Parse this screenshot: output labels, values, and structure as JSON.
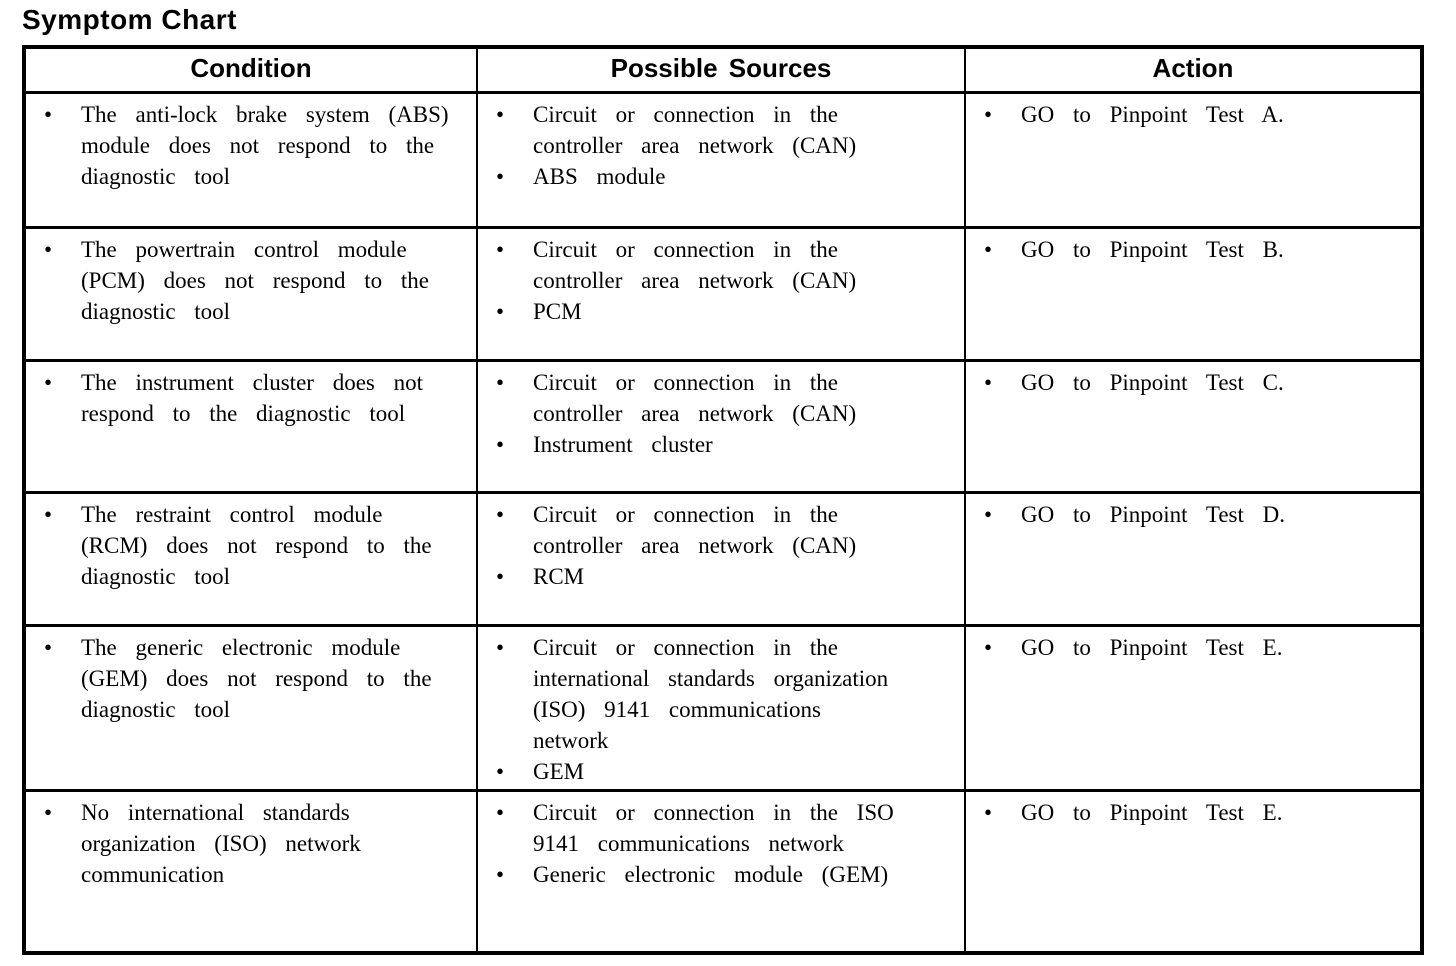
{
  "title": "Symptom Chart",
  "glyphs": {
    "bullet": "•"
  },
  "table": {
    "headers": [
      "Condition",
      "Possible Sources",
      "Action"
    ],
    "rows": [
      {
        "condition": [
          "The anti-lock brake system (ABS) module does not respond to the diagnostic tool"
        ],
        "sources": [
          "Circuit or connection in the controller area network (CAN)",
          "ABS module"
        ],
        "action": [
          "GO to Pinpoint Test A."
        ]
      },
      {
        "condition": [
          "The powertrain control module (PCM) does not respond to the diagnostic tool"
        ],
        "sources": [
          "Circuit or connection in the controller area network (CAN)",
          "PCM"
        ],
        "action": [
          "GO to Pinpoint Test B."
        ]
      },
      {
        "condition": [
          "The instrument cluster does not respond to the diagnostic tool"
        ],
        "sources": [
          "Circuit or connection in the controller area network (CAN)",
          "Instrument cluster"
        ],
        "action": [
          "GO to Pinpoint Test C."
        ]
      },
      {
        "condition": [
          "The restraint control module (RCM) does not respond to the diagnostic tool"
        ],
        "sources": [
          "Circuit or connection in the controller area network (CAN)",
          "RCM"
        ],
        "action": [
          "GO to Pinpoint Test D."
        ]
      },
      {
        "condition": [
          "The generic electronic module (GEM) does not respond to the diagnostic tool"
        ],
        "sources": [
          "Circuit or connection in the international standards organization (ISO) 9141 communications network",
          "GEM"
        ],
        "action": [
          "GO to Pinpoint Test E."
        ]
      },
      {
        "condition": [
          "No international standards organization (ISO) network communication"
        ],
        "sources": [
          "Circuit or connection in the ISO 9141 communications network",
          "Generic electronic module (GEM)"
        ],
        "action": [
          "GO to Pinpoint Test E."
        ]
      }
    ]
  }
}
